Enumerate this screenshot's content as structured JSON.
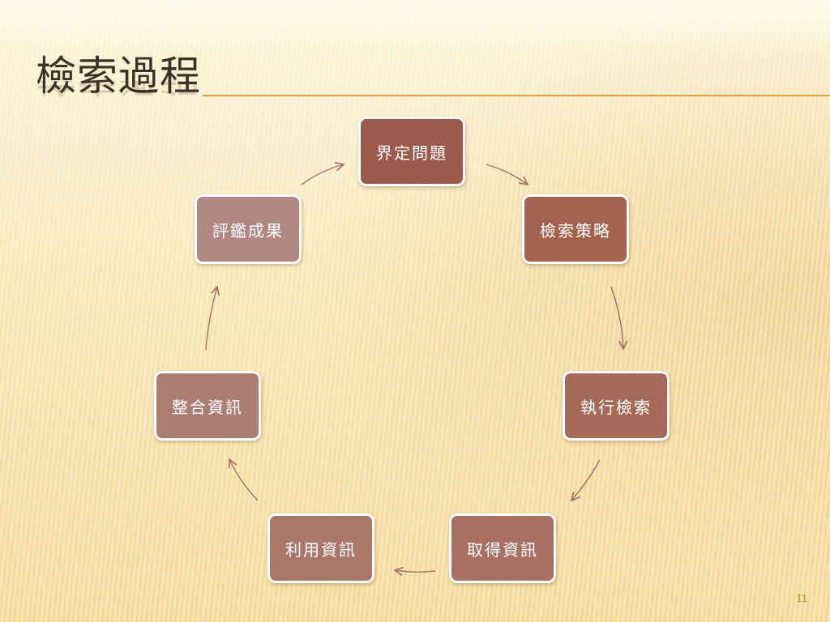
{
  "slide": {
    "title": "檢索過程",
    "page_number": "11"
  },
  "cycle": {
    "nodes": [
      {
        "label": "界定問題",
        "color": "#9c5a4c"
      },
      {
        "label": "檢索策略",
        "color": "#a2624f"
      },
      {
        "label": "執行檢索",
        "color": "#a56a5a"
      },
      {
        "label": "取得資訊",
        "color": "#a87063"
      },
      {
        "label": "利用資訊",
        "color": "#aa776b"
      },
      {
        "label": "整合資訊",
        "color": "#ab7e74"
      },
      {
        "label": "評鑑成果",
        "color": "#b08a82"
      }
    ],
    "arrow_color": "#a46e62"
  }
}
